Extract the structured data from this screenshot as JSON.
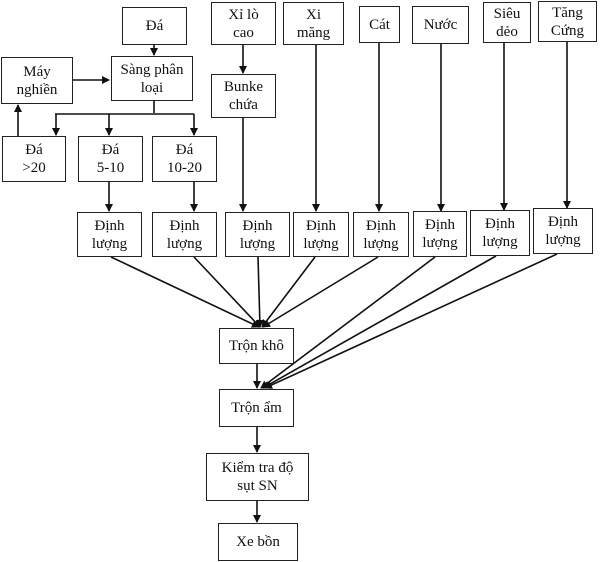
{
  "diagram": {
    "title": "",
    "nodes": {
      "da": "Đá",
      "may_nghien": "Máy\nnghiền",
      "sang_phan_loai": "Sàng phân\nloại",
      "da_gt20": "Đá\n>20",
      "da_5_10": "Đá\n5-10",
      "da_10_20": "Đá\n10-20",
      "xi_lo_cao": "Xỉ lò\ncao",
      "bunke_chua": "Bunke\nchứa",
      "xi_mang": "Xi\nmăng",
      "cat": "Cát",
      "nuoc": "Nước",
      "sieu_deo": "Siêu\ndẻo",
      "tang_cung": "Tăng\nCứng",
      "dl_da_5_10": "Định\nlượng",
      "dl_da_10_20": "Định\nlượng",
      "dl_xi_lo_cao": "Định\nlượng",
      "dl_xi_mang": "Định\nlượng",
      "dl_cat": "Định\nlượng",
      "dl_nuoc": "Định\nlượng",
      "dl_sieu_deo": "Định\nlượng",
      "dl_tang_cung": "Định\nlượng",
      "tron_kho": "Trộn khô",
      "tron_am": "Trộn ẩm",
      "kiem_tra": "Kiểm tra độ\nsụt SN",
      "xe_bon": "Xe bồn"
    },
    "edges": [
      [
        "da",
        "sang_phan_loai"
      ],
      [
        "may_nghien",
        "sang_phan_loai"
      ],
      [
        "sang_phan_loai",
        "da_gt20"
      ],
      [
        "sang_phan_loai",
        "da_5_10"
      ],
      [
        "sang_phan_loai",
        "da_10_20"
      ],
      [
        "da_gt20",
        "may_nghien"
      ],
      [
        "xi_lo_cao",
        "bunke_chua"
      ],
      [
        "da_5_10",
        "dl_da_5_10"
      ],
      [
        "da_10_20",
        "dl_da_10_20"
      ],
      [
        "bunke_chua",
        "dl_xi_lo_cao"
      ],
      [
        "xi_mang",
        "dl_xi_mang"
      ],
      [
        "cat",
        "dl_cat"
      ],
      [
        "nuoc",
        "dl_nuoc"
      ],
      [
        "sieu_deo",
        "dl_sieu_deo"
      ],
      [
        "tang_cung",
        "dl_tang_cung"
      ],
      [
        "dl_da_5_10",
        "tron_kho"
      ],
      [
        "dl_da_10_20",
        "tron_kho"
      ],
      [
        "dl_xi_lo_cao",
        "tron_kho"
      ],
      [
        "dl_xi_mang",
        "tron_kho"
      ],
      [
        "dl_cat",
        "tron_kho"
      ],
      [
        "dl_nuoc",
        "tron_am"
      ],
      [
        "dl_sieu_deo",
        "tron_am"
      ],
      [
        "dl_tang_cung",
        "tron_am"
      ],
      [
        "tron_kho",
        "tron_am"
      ],
      [
        "tron_am",
        "kiem_tra"
      ],
      [
        "kiem_tra",
        "xe_bon"
      ]
    ]
  }
}
